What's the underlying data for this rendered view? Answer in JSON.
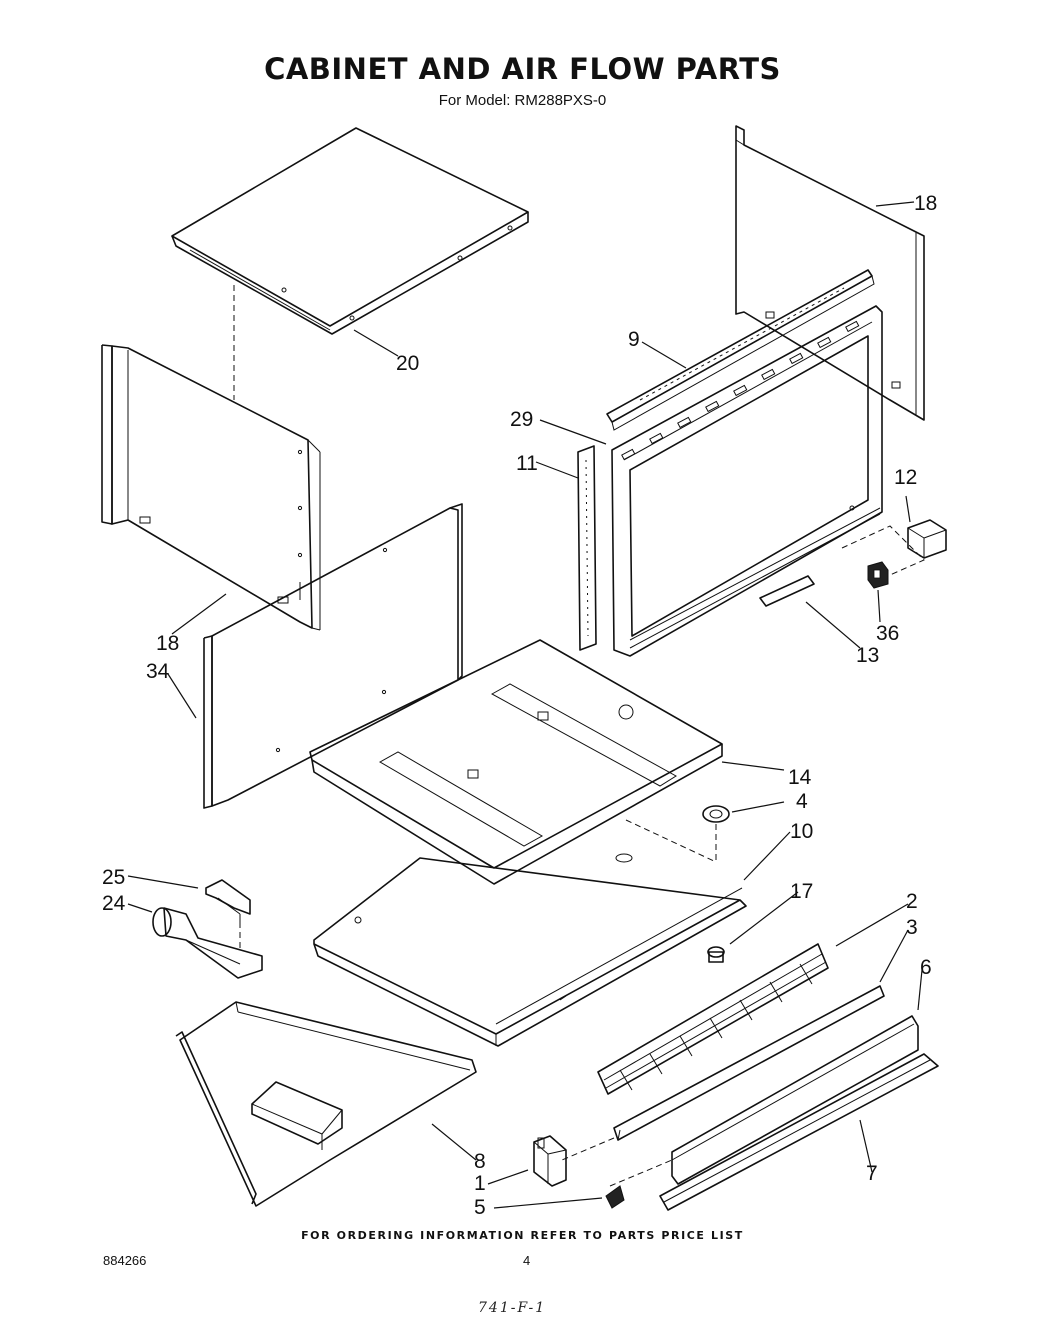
{
  "header": {
    "title": "CABINET AND AIR FLOW PARTS",
    "subtitle": "For Model: RM288PXS-0"
  },
  "footer": {
    "ordering_note": "FOR ORDERING INFORMATION REFER TO PARTS PRICE LIST",
    "document_number": "884266",
    "page_number": "4",
    "handwritten_code": "741-F-1"
  },
  "callouts": {
    "c18a": "18",
    "c20": "20",
    "c9": "9",
    "c29": "29",
    "c11": "11",
    "c12": "12",
    "c18b": "18",
    "c34": "34",
    "c36": "36",
    "c13": "13",
    "c14": "14",
    "c4": "4",
    "c10": "10",
    "c25": "25",
    "c24": "24",
    "c17": "17",
    "c2": "2",
    "c3": "3",
    "c6": "6",
    "c8": "8",
    "c1": "1",
    "c7": "7",
    "c5": "5"
  }
}
